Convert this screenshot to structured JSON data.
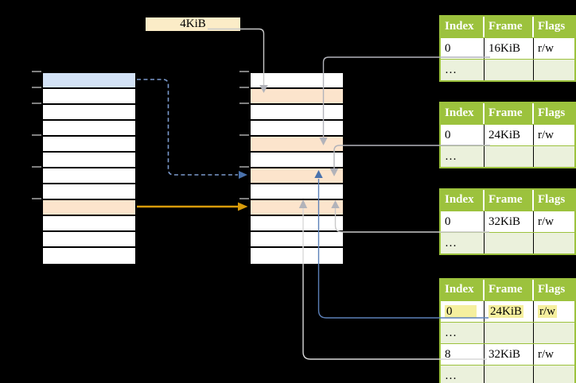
{
  "page_size_box": {
    "label": "4KiB"
  },
  "memory_columns": {
    "virtual": {
      "rows": [
        "blue",
        "white",
        "white",
        "white",
        "white",
        "white",
        "white",
        "white",
        "orange",
        "white",
        "white",
        "white"
      ]
    },
    "physical": {
      "rows": [
        "white",
        "orange",
        "white",
        "white",
        "orange",
        "white",
        "orange",
        "white",
        "orange",
        "white",
        "white",
        "white"
      ]
    }
  },
  "page_tables": {
    "headers": [
      "Index",
      "Frame",
      "Flags"
    ],
    "tables": [
      {
        "rows": [
          {
            "cells": [
              "0",
              "16KiB",
              "r/w"
            ],
            "highlighted": false
          },
          {
            "cells": [
              "…",
              "",
              ""
            ],
            "highlighted": false
          }
        ]
      },
      {
        "rows": [
          {
            "cells": [
              "0",
              "24KiB",
              "r/w"
            ],
            "highlighted": false
          },
          {
            "cells": [
              "…",
              "",
              ""
            ],
            "highlighted": false
          }
        ]
      },
      {
        "rows": [
          {
            "cells": [
              "0",
              "32KiB",
              "r/w"
            ],
            "highlighted": false
          },
          {
            "cells": [
              "…",
              "",
              ""
            ],
            "highlighted": false
          }
        ]
      },
      {
        "rows": [
          {
            "cells": [
              "0",
              "24KiB",
              "r/w"
            ],
            "highlighted": true
          },
          {
            "cells": [
              "…",
              "",
              ""
            ],
            "highlighted": false
          },
          {
            "cells": [
              "8",
              "32KiB",
              "r/w"
            ],
            "highlighted": false
          },
          {
            "cells": [
              "…",
              "",
              ""
            ],
            "highlighted": false
          }
        ]
      }
    ]
  },
  "colors": {
    "table_header_green": "#9cc23d",
    "table_row_green": "#ebf1dc",
    "highlight_yellow": "#f5ef9e",
    "page_size_tan": "#fbecc7",
    "virtual_page_blue": "#d3e2f6",
    "frame_orange": "#fce4cc",
    "arrow_orange": "#d89b0b",
    "arrow_blue_head": "#4a72ad",
    "arrow_blue_dashed": "#7a99cc",
    "arrow_blue_solid": "#5c80b8",
    "arrow_gray": "#b2b3ba",
    "arrow_gray_light": "#c9c9c9",
    "arrow_gray_white": "#d9d9d9",
    "tick_gray": "#7f7f7f"
  }
}
